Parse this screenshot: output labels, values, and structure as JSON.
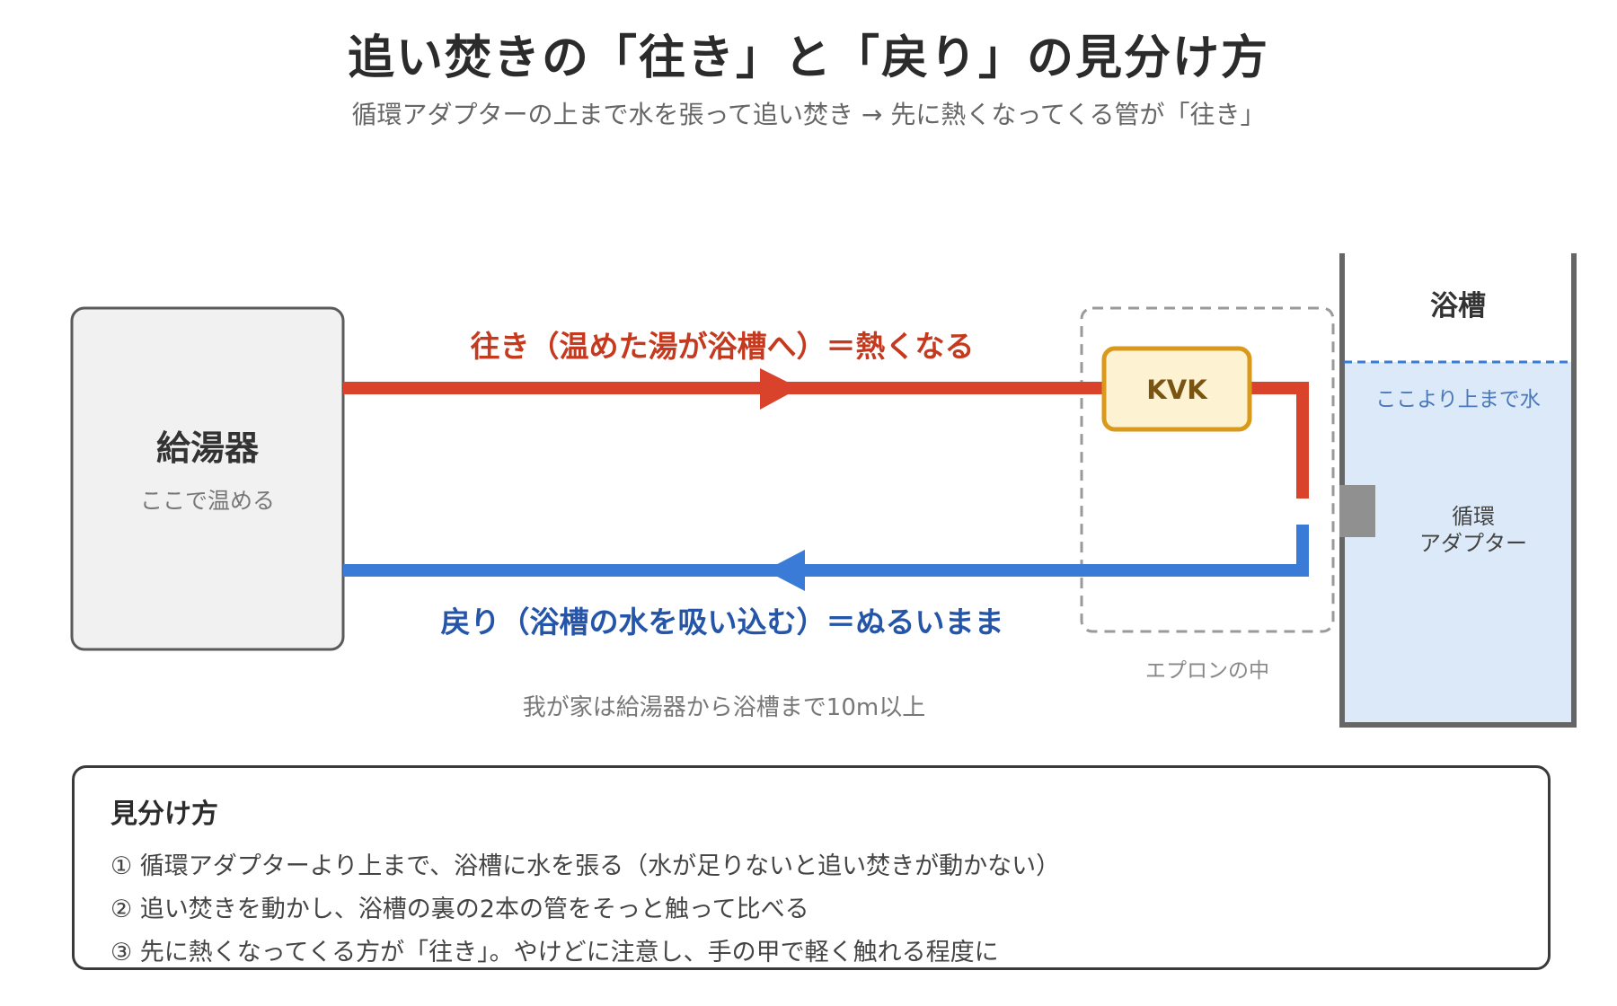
{
  "title": "追い焚きの「往き」と「戻り」の見分け方",
  "subtitle": "循環アダプターの上まで水を張って追い焚き → 先に熱くなってくる管が「往き」",
  "diagram": {
    "heater": {
      "name": "給湯器",
      "note": "ここで温める"
    },
    "outgoing_label": "往き（温めた湯が浴槽へ）＝熱くなる",
    "return_label": "戻り（浴槽の水を吸い込む）＝ぬるいまま",
    "valve_label": "KVK",
    "apron_label": "エプロンの中",
    "distance_note": "我が家は給湯器から浴槽まで10m以上",
    "tub": {
      "name": "浴槽",
      "water_level_note": "ここより上まで水",
      "adapter_line1": "循環",
      "adapter_line2": "アダプター"
    }
  },
  "howto": {
    "heading": "見分け方",
    "steps": [
      "① 循環アダプターより上まで、浴槽に水を張る（水が足りないと追い焚きが動かない）",
      "② 追い焚きを動かし、浴槽の裏の2本の管をそっと触って比べる",
      "③ 先に熱くなってくる方が「往き」。やけどに注意し、手の甲で軽く触れる程度に"
    ]
  },
  "colors": {
    "hot_pipe": "#d9432b",
    "cold_pipe": "#3b7bd8",
    "hot_text": "#c5391f",
    "cold_text": "#2455a8",
    "valve_border": "#d99a1c",
    "valve_fill": "#fdf3d2",
    "water_fill": "#dbe9f8",
    "heater_fill": "#f1f1f1"
  }
}
